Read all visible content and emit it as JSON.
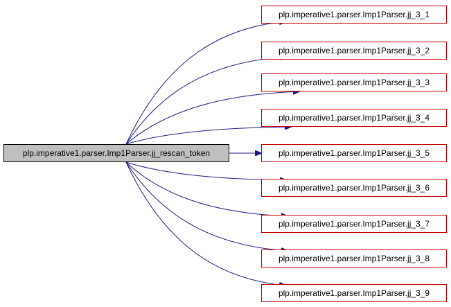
{
  "graph": {
    "source": {
      "label": "plp.imperative1.parser.Imp1Parser.jj_rescan_token",
      "fill": "#bfbfbf",
      "border": "#000000"
    },
    "targets": [
      {
        "label": "plp.imperative1.parser.Imp1Parser.jj_3_1"
      },
      {
        "label": "plp.imperative1.parser.Imp1Parser.jj_3_2"
      },
      {
        "label": "plp.imperative1.parser.Imp1Parser.jj_3_3"
      },
      {
        "label": "plp.imperative1.parser.Imp1Parser.jj_3_4"
      },
      {
        "label": "plp.imperative1.parser.Imp1Parser.jj_3_5"
      },
      {
        "label": "plp.imperative1.parser.Imp1Parser.jj_3_6"
      },
      {
        "label": "plp.imperative1.parser.Imp1Parser.jj_3_7"
      },
      {
        "label": "plp.imperative1.parser.Imp1Parser.jj_3_8"
      },
      {
        "label": "plp.imperative1.parser.Imp1Parser.jj_3_9"
      }
    ],
    "target_border": "#cc0000",
    "edge_color": "#1a1a80"
  }
}
